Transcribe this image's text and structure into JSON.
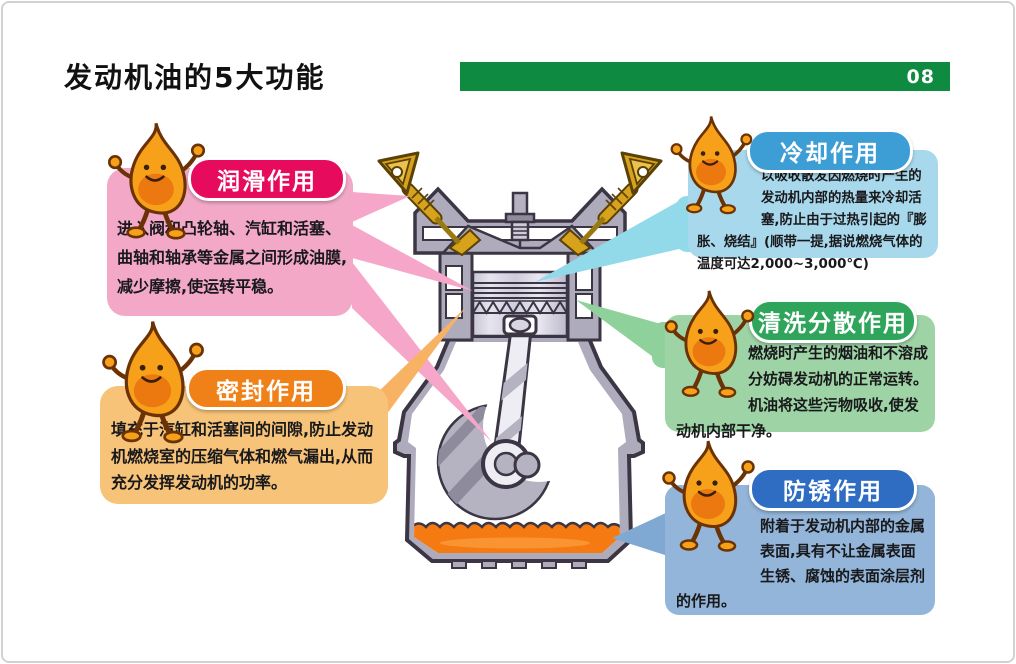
{
  "page": {
    "title": "发动机油的5大功能",
    "page_number": "08",
    "header_bar_color": "#0e8a41"
  },
  "callouts": [
    {
      "id": "lubrication",
      "title": "润滑作用",
      "body": "进入阀和凸轮轴、汽缸和活塞、曲轴和轴承等金属之间形成油膜,减少摩擦,使运转平稳。",
      "header_color": "#e60b5c",
      "panel_color": "#f3a8c8",
      "beam_color": "#f6a6c9"
    },
    {
      "id": "sealing",
      "title": "密封作用",
      "body": "填充于汽缸和活塞间的间隙,防止发动机燃烧室的压缩气体和燃气漏出,从而充分发挥发动机的功率。",
      "header_color": "#f08119",
      "panel_color": "#f6c378",
      "beam_color": "#f8b264"
    },
    {
      "id": "cooling",
      "title": "冷却作用",
      "body": "以吸收散发因燃烧时产生的发动机内部的热量来冷却活塞,防止由于过热引起的『膨胀、烧结』(顺带一提,据说燃烧气体的温度可达2,000~3,000℃)",
      "header_color": "#3d9ed6",
      "panel_color": "#a8d8ec",
      "beam_color": "#92d9ea"
    },
    {
      "id": "cleaning-dispersing",
      "title": "清洗分散作用",
      "body": "燃烧时产生的烟油和不溶成分妨碍发动机的正常运转。机油将这些污物吸收,使发动机内部干净。",
      "header_color": "#2ea55b",
      "panel_color": "#9dd3a5",
      "beam_color": "#8ed19a"
    },
    {
      "id": "rust-prevention",
      "title": "防锈作用",
      "body": "附着于发动机内部的金属表面,具有不让金属表面生锈、腐蚀的表面涂层剂的作用。",
      "header_color": "#2e6dc2",
      "panel_color": "#92b5d9",
      "beam_color": "#7fa9d2"
    }
  ],
  "illustration": {
    "subject": "engine-cross-section",
    "mascot": "oil-drop-mascot",
    "oil_color": "#f57a12",
    "metal_color": "#aeabbc",
    "valve_color": "#d7a21c"
  }
}
